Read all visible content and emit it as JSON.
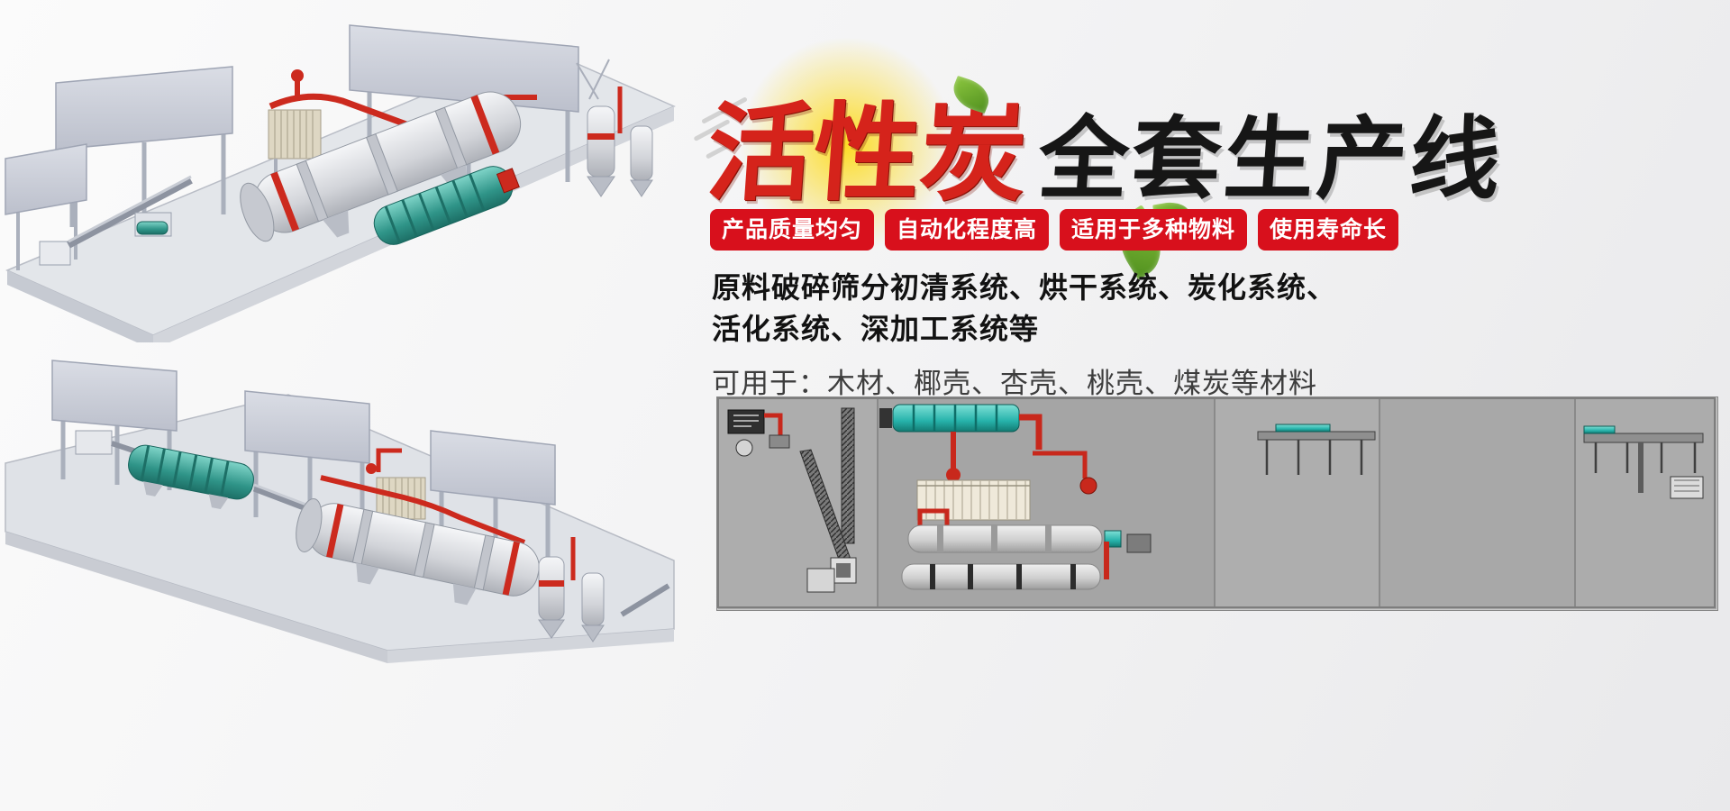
{
  "title": {
    "red": "活性炭",
    "black": "全套生产线"
  },
  "badges": [
    {
      "label": "产品质量均匀"
    },
    {
      "label": "自动化程度高"
    },
    {
      "label": "适用于多种物料"
    },
    {
      "label": "使用寿命长"
    }
  ],
  "description": {
    "line1": "原料破碎筛分初清系统、烘干系统、炭化系统、",
    "line2": "活化系统、深加工系统等",
    "usage": "可用于：木材、椰壳、杏壳、桃壳、煤炭等材料"
  },
  "illustrations": {
    "top_render": "activated-carbon-production-line-3d-view-1",
    "bottom_render": "activated-carbon-production-line-3d-view-2",
    "diagram": "production-line-technical-layout-diagram"
  },
  "colors": {
    "badge_red": "#d8101c",
    "title_red": "#d5231b",
    "title_black": "#161616",
    "background_gray": "#f1f1f2",
    "diagram_gray": "#a9a9a9",
    "machine_teal": "#2f9488",
    "pipe_red": "#cc2a1e"
  }
}
